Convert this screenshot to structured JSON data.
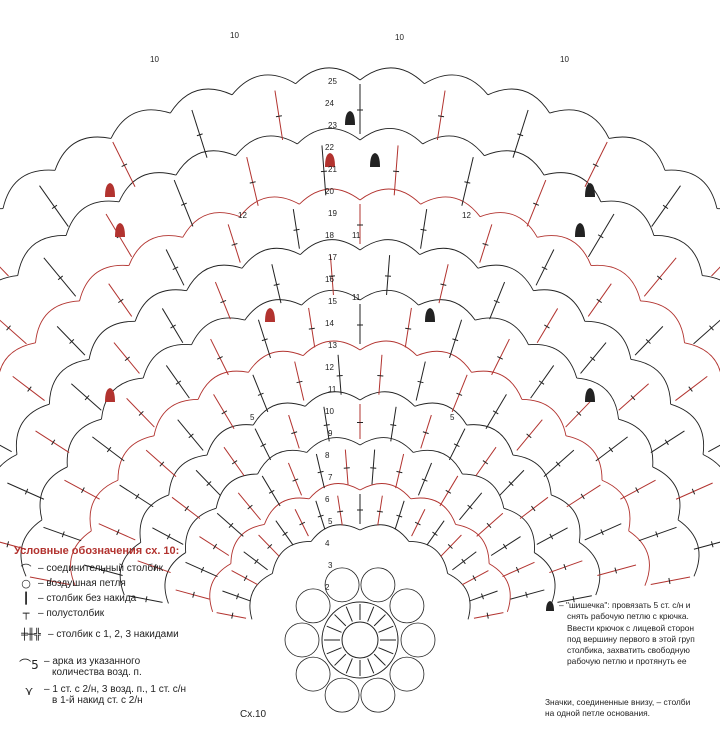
{
  "legend": {
    "title": "Условные обозначения сх. 10:",
    "items": [
      {
        "symbol": "⌒",
        "label": "– соединительный столбик"
      },
      {
        "symbol": "○",
        "label": "– воздушная петля"
      },
      {
        "symbol": "┃",
        "label": "– столбик без накида"
      },
      {
        "symbol": "┬",
        "label": "– полустолбик"
      },
      {
        "symbol": "╪╫╬",
        "label": "– столбик с 1, 2, 3 накидами"
      }
    ],
    "extra": [
      {
        "symbol": "⌒5",
        "lines": [
          "– арка из указанного",
          "количества возд. п."
        ]
      },
      {
        "symbol": "⋎",
        "lines": [
          "– 1 ст. с 2/н, 3 возд. п., 1 ст. с/н",
          "в 1-й накид ст. с 2/н"
        ]
      }
    ]
  },
  "caption": "Сх.10",
  "note": {
    "bobble_icon": "bobble-stitch",
    "lines": [
      "– \"шишечка\": провязать 5 ст. с/н и",
      "снять рабочую петлю с крючка.",
      "Ввести крючок с лицевой сторон",
      "под вершину первого в этой груп",
      "столбика, захватить свободную",
      "рабочую петлю и протянуть ее"
    ]
  },
  "note2": {
    "lines": [
      "Значки, соединенные внизу, – столби",
      "на одной петле основания."
    ]
  },
  "row_numbers": [
    "2",
    "3",
    "4",
    "5",
    "6",
    "7",
    "8",
    "9",
    "10",
    "11",
    "12",
    "13",
    "14",
    "15",
    "16",
    "17",
    "18",
    "19",
    "20",
    "21",
    "22",
    "23",
    "24",
    "25"
  ],
  "arch_labels": [
    "10",
    "10",
    "10",
    "10",
    "12",
    "12",
    "11",
    "11",
    "5",
    "5"
  ],
  "colors": {
    "dark": "#222222",
    "red": "#b2332f"
  }
}
